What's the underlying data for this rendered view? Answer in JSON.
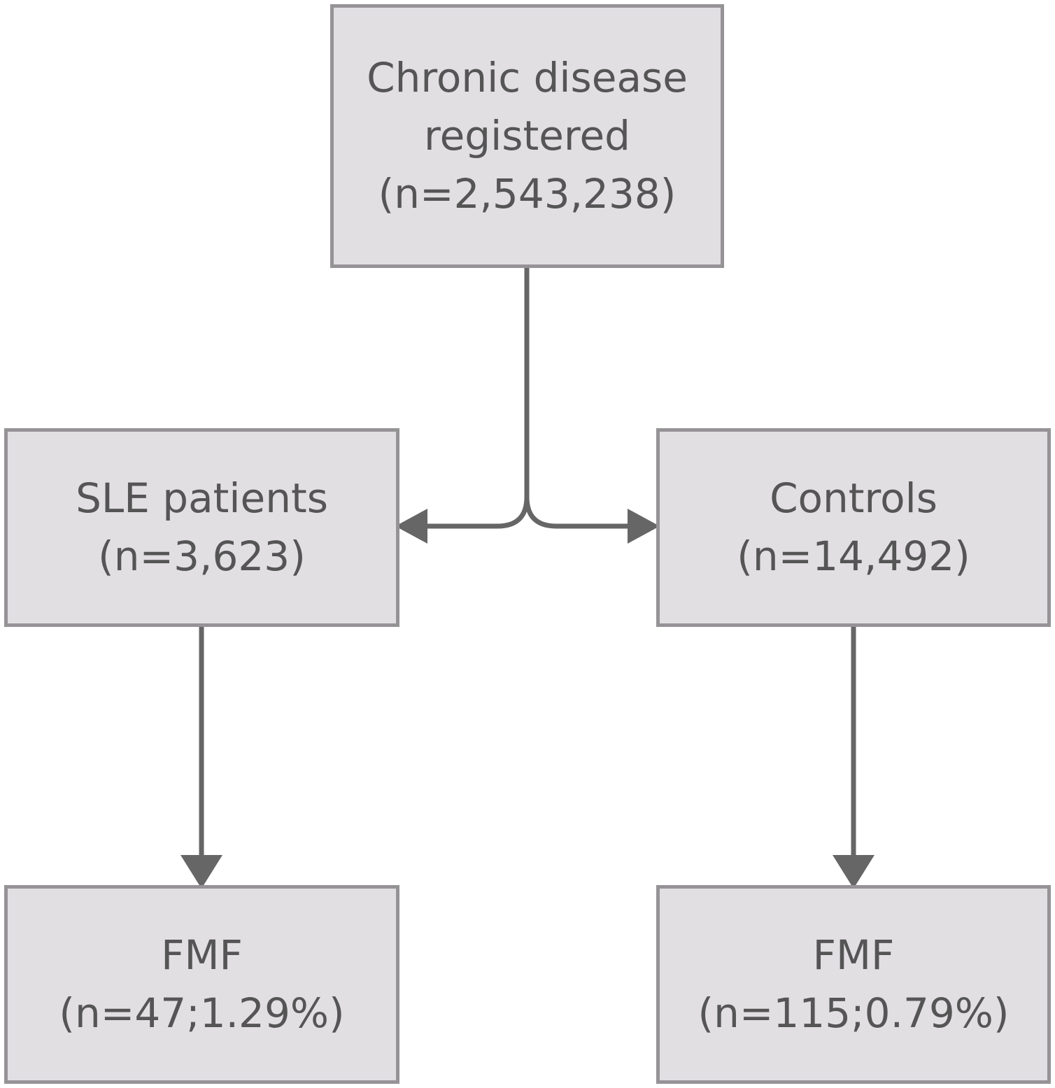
{
  "nodes": {
    "top": {
      "line1": "Chronic disease",
      "line2": "registered",
      "line3": "(n=2,543,238)"
    },
    "sle": {
      "line1": "SLE patients",
      "line2": "(n=3,623)"
    },
    "ctrl": {
      "line1": "Controls",
      "line2": "(n=14,492)"
    },
    "fmf_l": {
      "line1": "FMF",
      "line2": "(n=47;1.29%)"
    },
    "fmf_r": {
      "line1": "FMF",
      "line2": "(n=115;0.79%)"
    }
  },
  "colors": {
    "box_fill": "#e2dfe3",
    "box_border": "#959395",
    "text": "#555555",
    "connector": "#666666"
  }
}
